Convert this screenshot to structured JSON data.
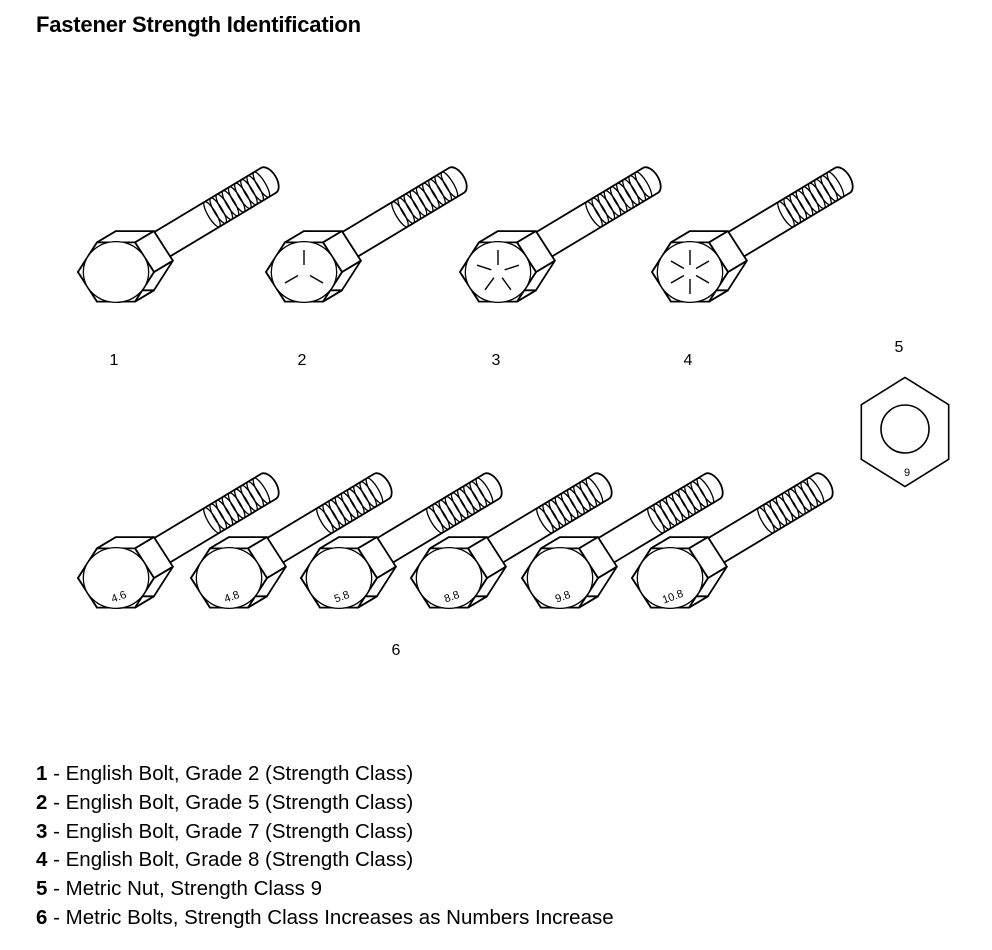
{
  "title": "Fastener Strength Identification",
  "english_bolts": [
    {
      "callout": "1",
      "head_mark": "none"
    },
    {
      "callout": "2",
      "head_mark": "3 radial lines"
    },
    {
      "callout": "3",
      "head_mark": "5 radial lines"
    },
    {
      "callout": "4",
      "head_mark": "6 radial lines"
    }
  ],
  "metric_nut": {
    "callout": "5",
    "mark": "9"
  },
  "metric_bolts": {
    "callout": "6",
    "marks": [
      "4.6",
      "4.8",
      "5.8",
      "8.8",
      "9.8",
      "10.8"
    ]
  },
  "legend": [
    {
      "num": "1",
      "sep": " - ",
      "text": "English Bolt, Grade 2 (Strength Class)"
    },
    {
      "num": "2",
      "sep": " - ",
      "text": "English Bolt, Grade 5 (Strength Class)"
    },
    {
      "num": "3",
      "sep": " - ",
      "text": "English Bolt, Grade 7 (Strength Class)"
    },
    {
      "num": "4",
      "sep": " - ",
      "text": "English Bolt, Grade 8 (Strength Class)"
    },
    {
      "num": "5",
      "sep": " - ",
      "text": "Metric Nut, Strength Class 9"
    },
    {
      "num": "6",
      "sep": " - ",
      "text": "Metric Bolts, Strength Class Increases as Numbers Increase"
    }
  ]
}
